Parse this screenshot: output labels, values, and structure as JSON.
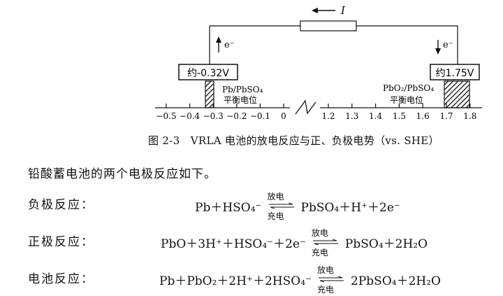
{
  "diagram": {
    "current_label": "I",
    "left_electron": "e⁻",
    "right_electron": "e⁻",
    "left_box": "约-0.32V",
    "right_box": "约1.75V",
    "left_couple": "Pb/PbSO₄",
    "right_couple": "PbO₂/PbSO₄",
    "left_eq_label": "平衡电位",
    "right_eq_label": "平衡电位",
    "left_ticks": [
      "−0.5",
      "−0.4",
      "−0.3",
      "−0.2",
      "−0.1",
      "0"
    ],
    "right_ticks": [
      "1.2",
      "1.3",
      "1.4",
      "1.5",
      "1.6",
      "1.7",
      "1.8"
    ]
  },
  "caption": "图 2-3　VRLA 电池的放电反应与正、负极电势（vs. SHE）",
  "intro": "铅酸蓄电池的两个电极反应如下。",
  "arrow": {
    "top": "放电",
    "bottom": "充电"
  },
  "reactions": {
    "negative": {
      "label": "负极反应：",
      "lhs": "Pb＋HSO₄⁻",
      "rhs": "PbSO₄＋H⁺＋2e⁻"
    },
    "positive": {
      "label": "正极反应：",
      "lhs": "PbO＋3H⁺＋HSO₄⁻＋2e⁻",
      "rhs": "PbSO₄＋2H₂O"
    },
    "cell": {
      "label": "电池反应：",
      "lhs": "Pb＋PbO₂＋2H⁺＋2HSO₄⁻",
      "rhs": "2PbSO₄＋2H₂O"
    }
  }
}
